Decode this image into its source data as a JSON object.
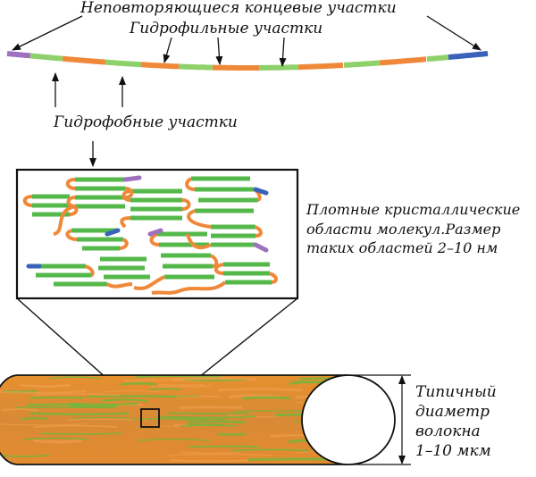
{
  "labels": {
    "terminal_regions": "Неповторяющиеся концевые участки",
    "hydrophilic_regions": "Гидрофильные участки",
    "hydrophobic_regions": "Гидрофобные участки",
    "crystalline": [
      "Плотные кристаллические",
      "области молекул.Размер",
      "таких областей  2–10 нм"
    ],
    "fiber_diameter": [
      "Типичный",
      "диаметр",
      "волокна",
      "1–10 мкм"
    ]
  },
  "colors": {
    "hydrophobic": "#f0883a",
    "hydrophilic": "#8ed16a",
    "crystal_strand": "#55b84a",
    "terminal_left": "#a070c0",
    "terminal_right": "#3a62b8",
    "outline": "#111111",
    "fiber_base": "#e8903a",
    "fiber_streak": "#6ab83c"
  }
}
